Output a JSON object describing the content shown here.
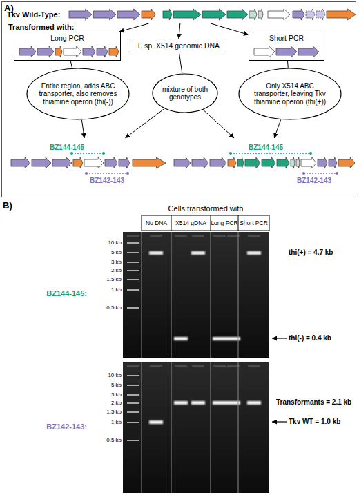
{
  "diagram": {
    "nodes": [
      {
        "text": [
          "A)"
        ]
      },
      {
        "text": [
          "Tkv Wild-Type:"
        ],
        "in": 0
      },
      {
        "text": [
          "Long PCR"
        ],
        "in": 0
      },
      {
        "text": [
          "T. sp. X514 genomic DNA"
        ],
        "in": 0
      },
      {
        "text": [
          "Short PCR"
        ],
        "in": 0
      },
      {
        "text": [
          "Entire region, adds ABC transporter, also removes thiamine operon (thi(-))"
        ],
        "in": 0
      },
      {
        "text": [
          "mixture of both genotypes"
        ],
        "in": 0
      },
      {
        "text": [
          "Only X514 ABC transporter, leaving Tkv thiamine operon (thi(+))"
        ],
        "in": 0
      },
      {
        "text": [
          "BZ144-145",
          "BZ142-143"
        ],
        "in": 0
      },
      {
        "text": [
          "BZ144-145",
          "BZ142-143"
        ],
        "in": 0
      }
    ],
    "edges": [
      {
        "from": 1,
        "to": 2,
        "arrow": "to"
      },
      {
        "from": 1,
        "to": 3,
        "arrow": "to"
      },
      {
        "from": 1,
        "to": 4,
        "arrow": "to"
      },
      {
        "from": 2,
        "to": 5,
        "arrow": "none"
      },
      {
        "from": 3,
        "to": 6,
        "arrow": "none"
      },
      {
        "from": 4,
        "to": 7,
        "arrow": "none"
      },
      {
        "from": 5,
        "to": 8,
        "arrow": "to"
      },
      {
        "from": 6,
        "to": 8,
        "arrow": "to"
      },
      {
        "from": 6,
        "to": 9,
        "arrow": "to"
      },
      {
        "from": 7,
        "to": 9,
        "arrow": "to"
      }
    ],
    "labels": [
      "Transformed with:",
      "B)",
      "Cells transformed with",
      "No DNA",
      "X514 gDNA",
      "Long PCR",
      "Short PCR",
      "10 kb",
      "5 kb",
      "3 kb",
      "2 kb",
      "1.5 kb",
      "1 kb",
      "0.5 kb",
      "BZ144-145:",
      "thi(+) = 4.7 kb",
      "thi(-) = 0.4 kb",
      "10 kb",
      "5 kb",
      "3 kb",
      "2 kb",
      "1.5 kb",
      "1 kb",
      "0.5 kb",
      "BZ142-143:",
      "Transformants = 2.1 kb",
      "Tkv WT = 1.0 kb"
    ]
  }
}
